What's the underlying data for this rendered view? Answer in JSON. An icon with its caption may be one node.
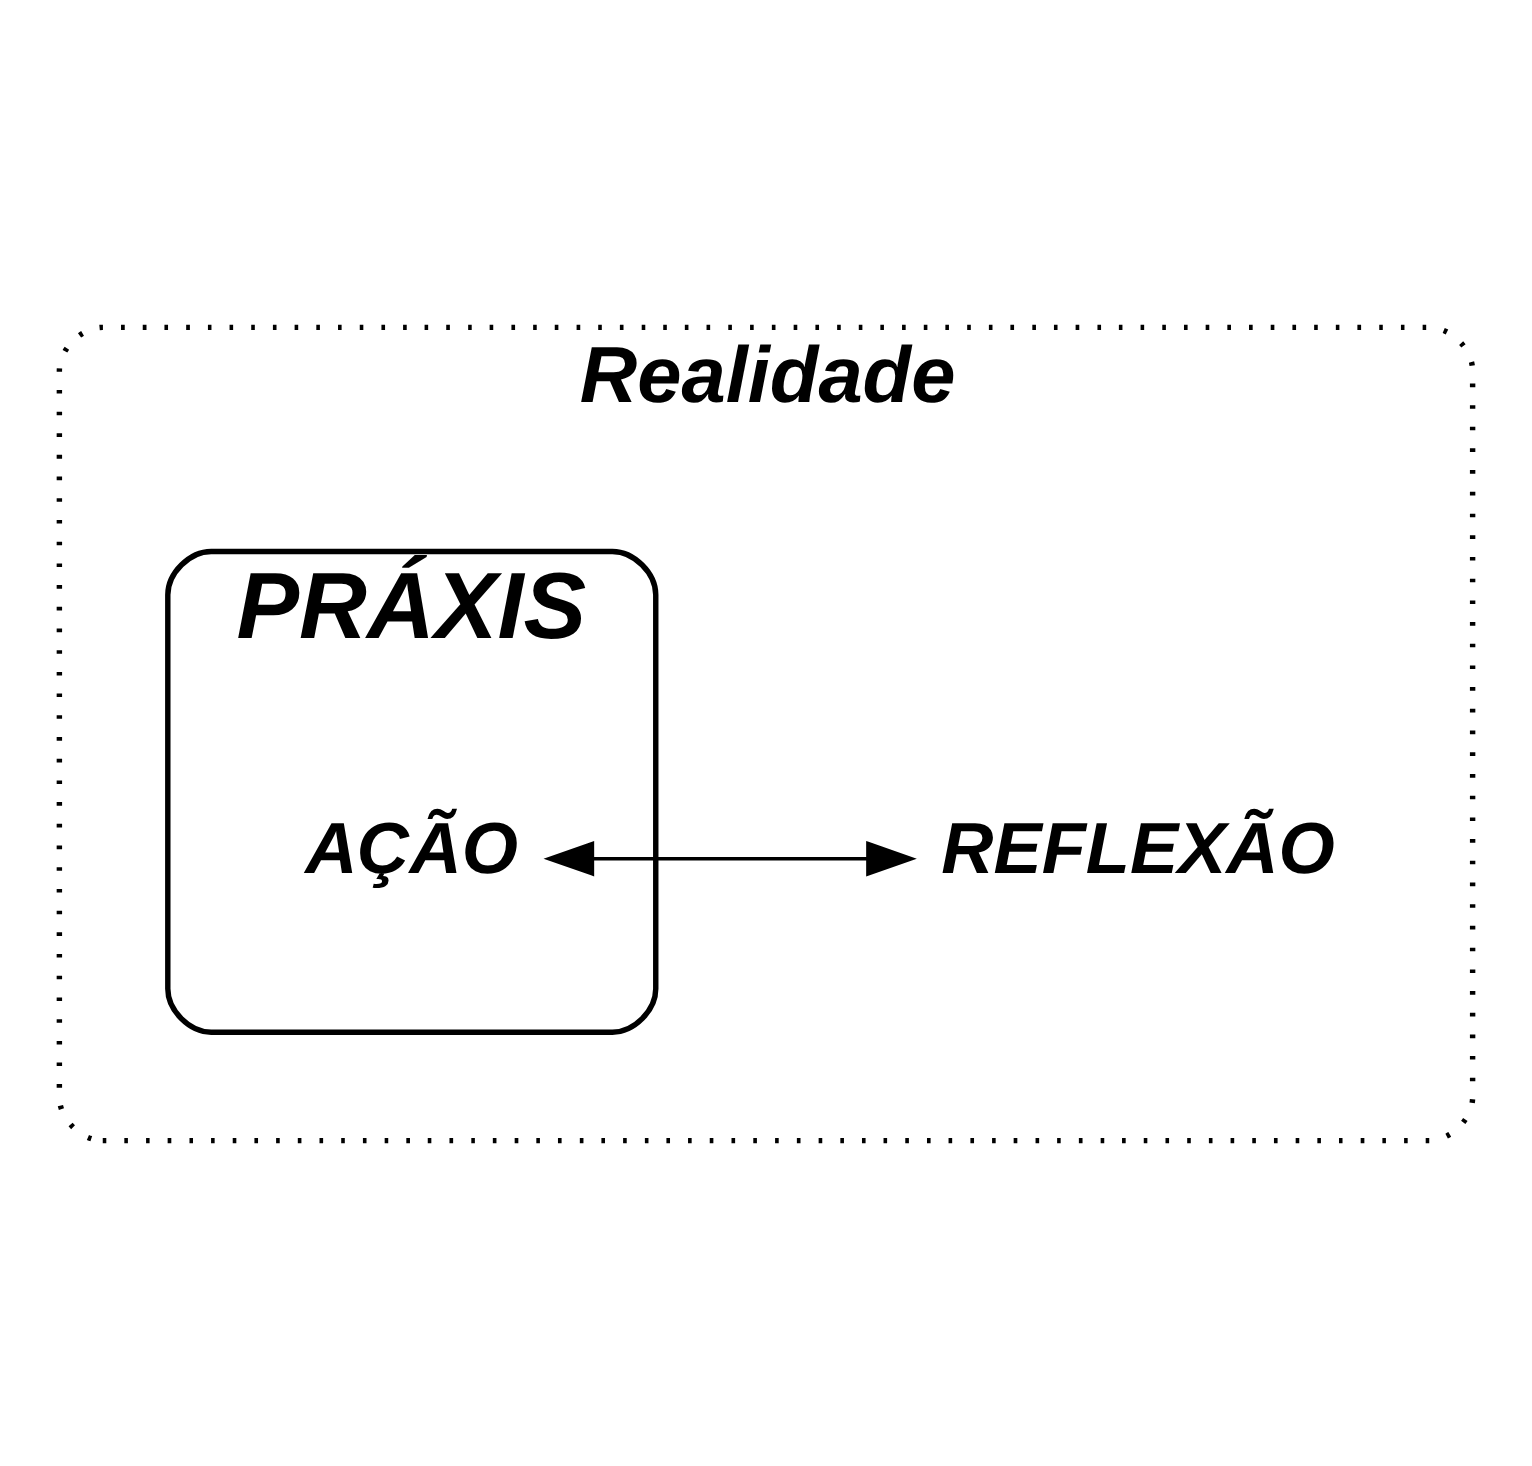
{
  "diagram": {
    "nodes": [
      {
        "text": [
          "Realidade"
        ]
      },
      {
        "text": [
          "PRÁXIS"
        ],
        "in": 0
      },
      {
        "text": [
          "AÇÃO"
        ],
        "in": 1
      },
      {
        "text": [
          "REFLEXÃO"
        ],
        "in": 0
      }
    ],
    "edges": [
      {
        "from": 2,
        "to": 3,
        "arrow": "both"
      }
    ]
  }
}
